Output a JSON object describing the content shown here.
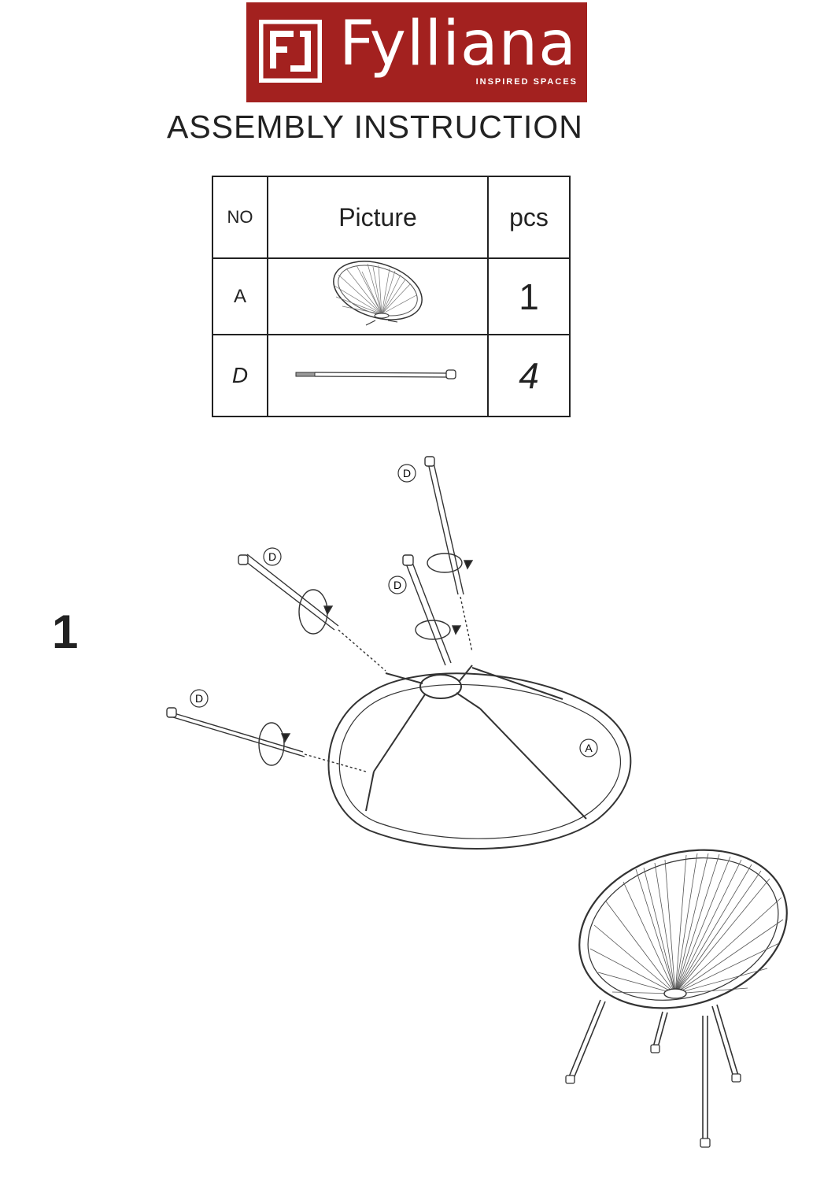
{
  "brand": {
    "name": "Fylliana",
    "tagline": "INSPIRED SPACES",
    "logo_color": "#a3211f"
  },
  "document": {
    "title": "ASSEMBLY INSTRUCTION"
  },
  "parts_table": {
    "headers": {
      "no": "NO",
      "picture": "Picture",
      "pcs": "pcs"
    },
    "rows": [
      {
        "no": "A",
        "picture": "chair-seat-icon",
        "pcs": "1"
      },
      {
        "no": "D",
        "picture": "leg-rod-icon",
        "pcs": "4"
      }
    ]
  },
  "step": {
    "number": "1",
    "callouts": {
      "leg": "D",
      "seat": "A"
    }
  }
}
